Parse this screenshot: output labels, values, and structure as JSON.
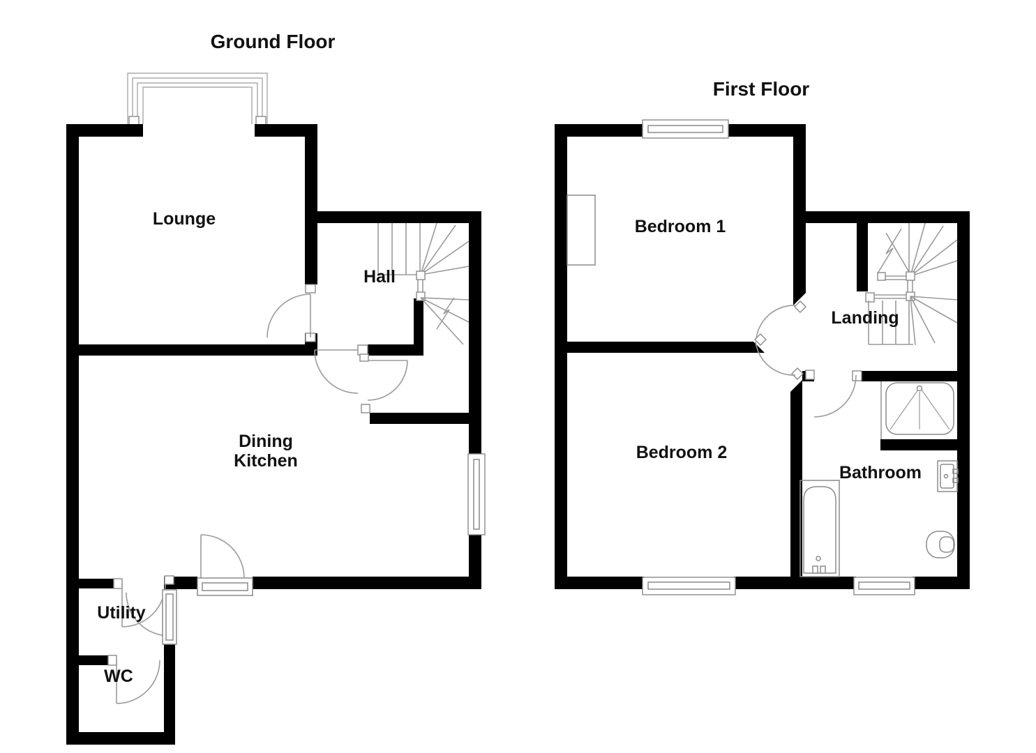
{
  "colors": {
    "wall": "#000000",
    "detail_line": "#9a9a9a",
    "text": "#111111",
    "background": "#ffffff"
  },
  "ground_floor": {
    "title": "Ground Floor",
    "rooms": [
      "Lounge",
      "Hall",
      "Dining Kitchen",
      "Utility",
      "WC"
    ],
    "labels": {
      "lounge": "Lounge",
      "hall": "Hall",
      "dining_kitchen_line1": "Dining",
      "dining_kitchen_line2": "Kitchen",
      "utility": "Utility",
      "wc": "WC"
    }
  },
  "first_floor": {
    "title": "First Floor",
    "rooms": [
      "Bedroom 1",
      "Bedroom 2",
      "Landing",
      "Bathroom"
    ],
    "labels": {
      "bedroom1": "Bedroom 1",
      "bedroom2": "Bedroom 2",
      "landing": "Landing",
      "bathroom": "Bathroom"
    }
  }
}
